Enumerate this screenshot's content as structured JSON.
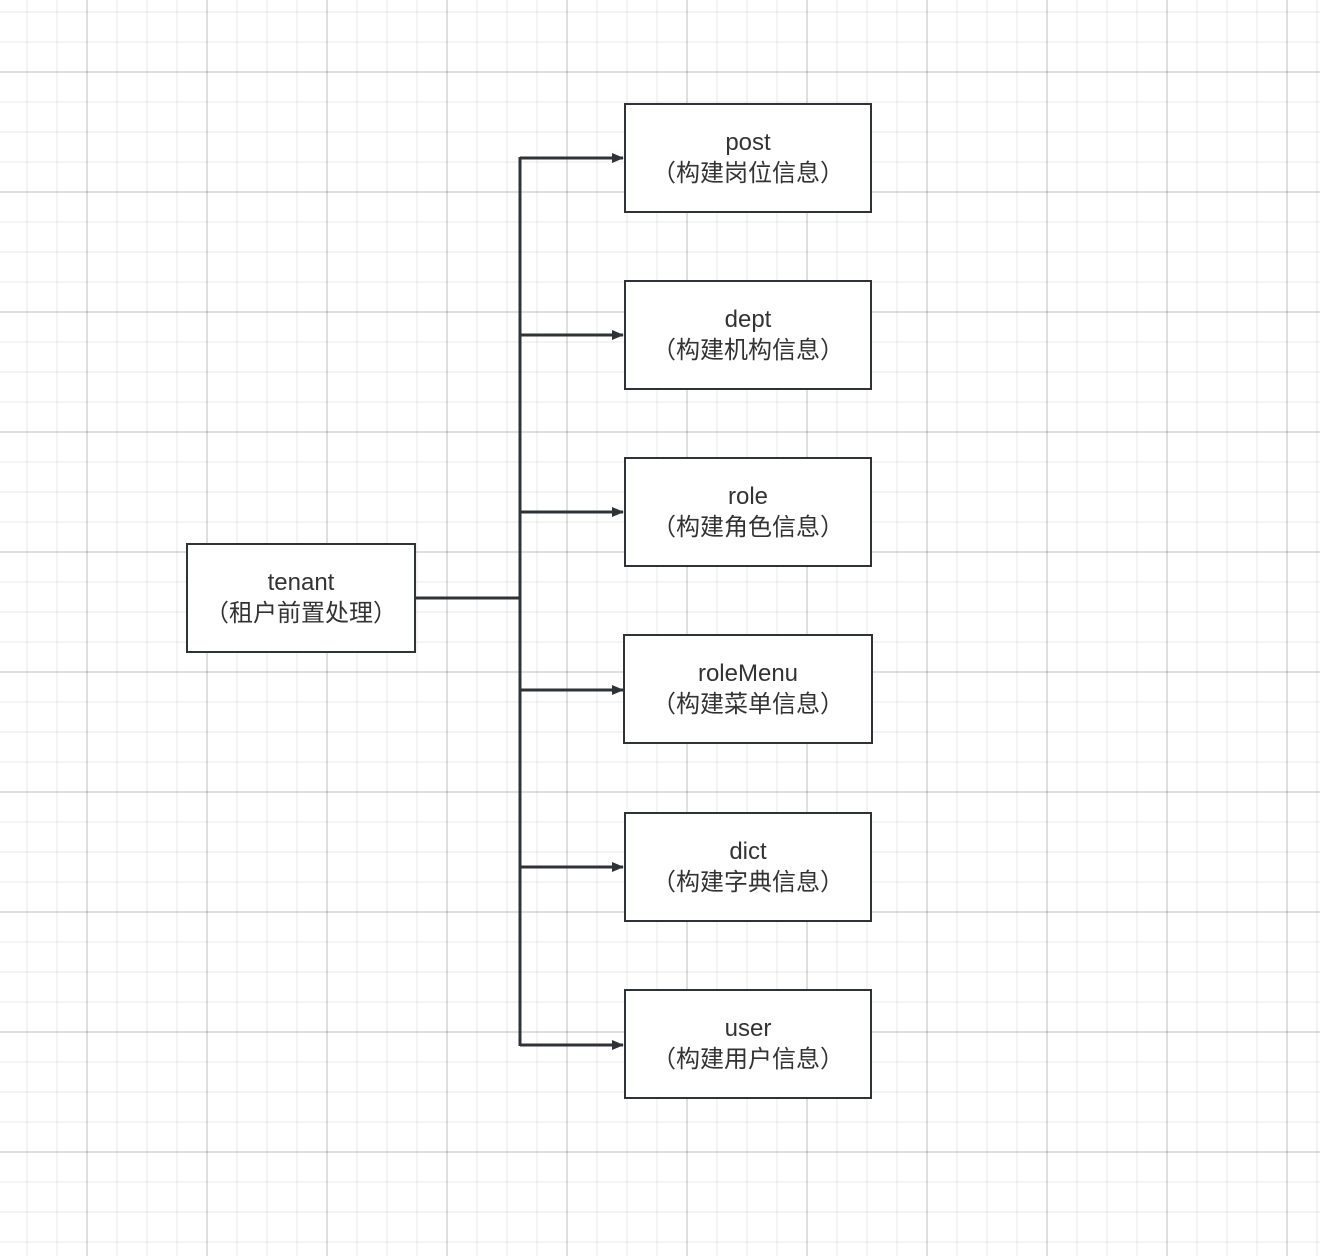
{
  "root": {
    "name": "tenant",
    "desc": "（租户前置处理）"
  },
  "children": [
    {
      "name": "post",
      "desc": "（构建岗位信息）"
    },
    {
      "name": "dept",
      "desc": "（构建机构信息）"
    },
    {
      "name": "role",
      "desc": "（构建角色信息）"
    },
    {
      "name": "roleMenu",
      "desc": "（构建菜单信息）"
    },
    {
      "name": "dict",
      "desc": "（构建字典信息）"
    },
    {
      "name": "user",
      "desc": "（构建用户信息）"
    }
  ],
  "colors": {
    "stroke": "#2f3337",
    "text": "#333333"
  }
}
